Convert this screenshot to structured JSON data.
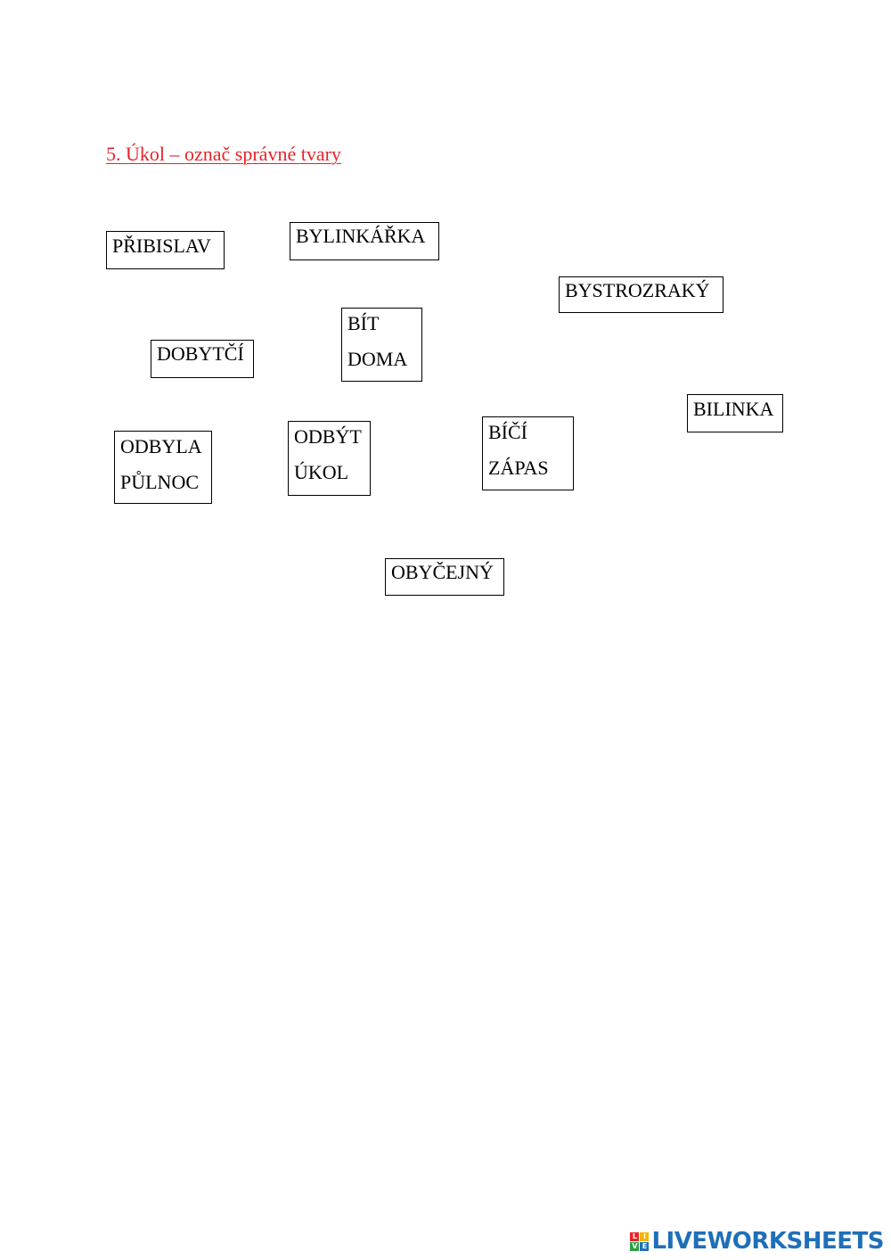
{
  "task": {
    "title": "5. Úkol – označ správné tvary",
    "title_color": "#e8232a"
  },
  "words": {
    "pribislav": "PŘIBISLAV",
    "bylinkarka": "BYLINKÁŘKA",
    "bystrozraky": "BYSTROZRAKÝ",
    "dobytci": "DOBYTČÍ",
    "bit_doma": [
      "BÍT",
      "DOMA"
    ],
    "bilinka": "BILINKA",
    "odbyla_pulnoc": [
      "ODBYLA",
      "PŮLNOC"
    ],
    "odbyt_ukol": [
      "ODBÝT",
      "ÚKOL"
    ],
    "bici_zapas": [
      "BÍČÍ",
      "ZÁPAS"
    ],
    "obycejny": "OBYČEJNÝ"
  },
  "brand": {
    "name": "LIVEWORKSHEETS",
    "logo_letters": [
      "L",
      "I",
      "V",
      "E"
    ],
    "logo_colors": [
      "#e8232a",
      "#f4b400",
      "#2e9e44",
      "#1f6fb8"
    ],
    "text_color": "#1f6fb8"
  }
}
